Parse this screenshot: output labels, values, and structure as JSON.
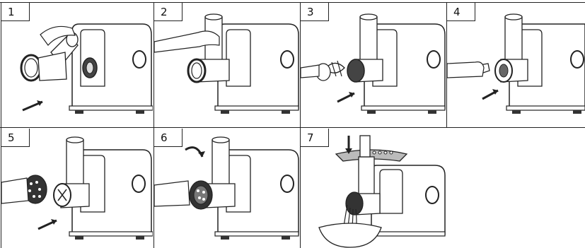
{
  "steps": [
    {
      "number": "1"
    },
    {
      "number": "2"
    },
    {
      "number": "3"
    },
    {
      "number": "4"
    },
    {
      "number": "5"
    },
    {
      "number": "6"
    },
    {
      "number": "7"
    }
  ],
  "colors": {
    "line": "#222222",
    "metal": "#9a9a9a",
    "dark": "#2b2b2b",
    "background": "#ffffff"
  }
}
